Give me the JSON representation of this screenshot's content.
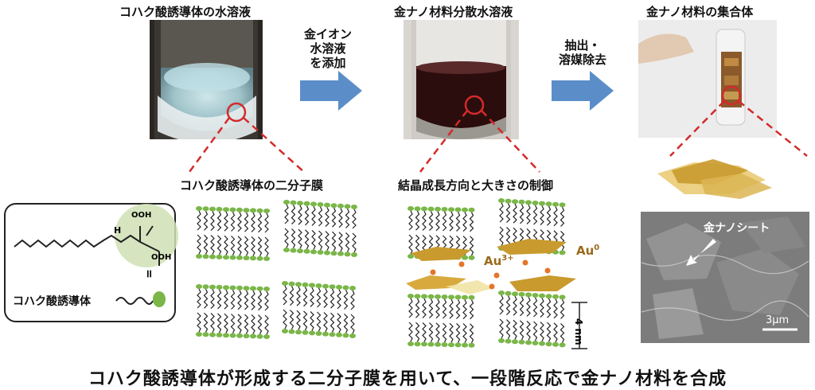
{
  "titles": {
    "vial1": "コハク酸誘導体の水溶液",
    "vial2": "金ナノ材料分散水溶液",
    "vial3": "金ナノ材料の集合体"
  },
  "arrow1_text": [
    "金イオン",
    "水溶液",
    "を添加"
  ],
  "arrow2_text": [
    "抽出・",
    "溶媒除去"
  ],
  "section_labels": {
    "bilayer": "コハク酸誘導体の二分子膜",
    "crystal": "結晶成長方向と大きさの制御"
  },
  "molecule_box": {
    "name": "コハク酸誘導体",
    "equals": "=",
    "atoms": {
      "h": "H",
      "oh": "OH",
      "o": "O"
    }
  },
  "crystal_labels": {
    "au3": "Au",
    "au3_sup": "3+",
    "au0": "Au",
    "au0_sup": "0",
    "thickness": "4 nm"
  },
  "sem": {
    "label": "金ナノシート",
    "scale": "3μm"
  },
  "caption": "コハク酸誘導体が形成する二分子膜を用いて、一段階反応で金ナノ材料を合成",
  "colors": {
    "arrow": "#5b8ec9",
    "red": "#d42a2a",
    "head": "#7ab648",
    "gold": "#c99a2e",
    "au3_dot": "#e4752a"
  }
}
